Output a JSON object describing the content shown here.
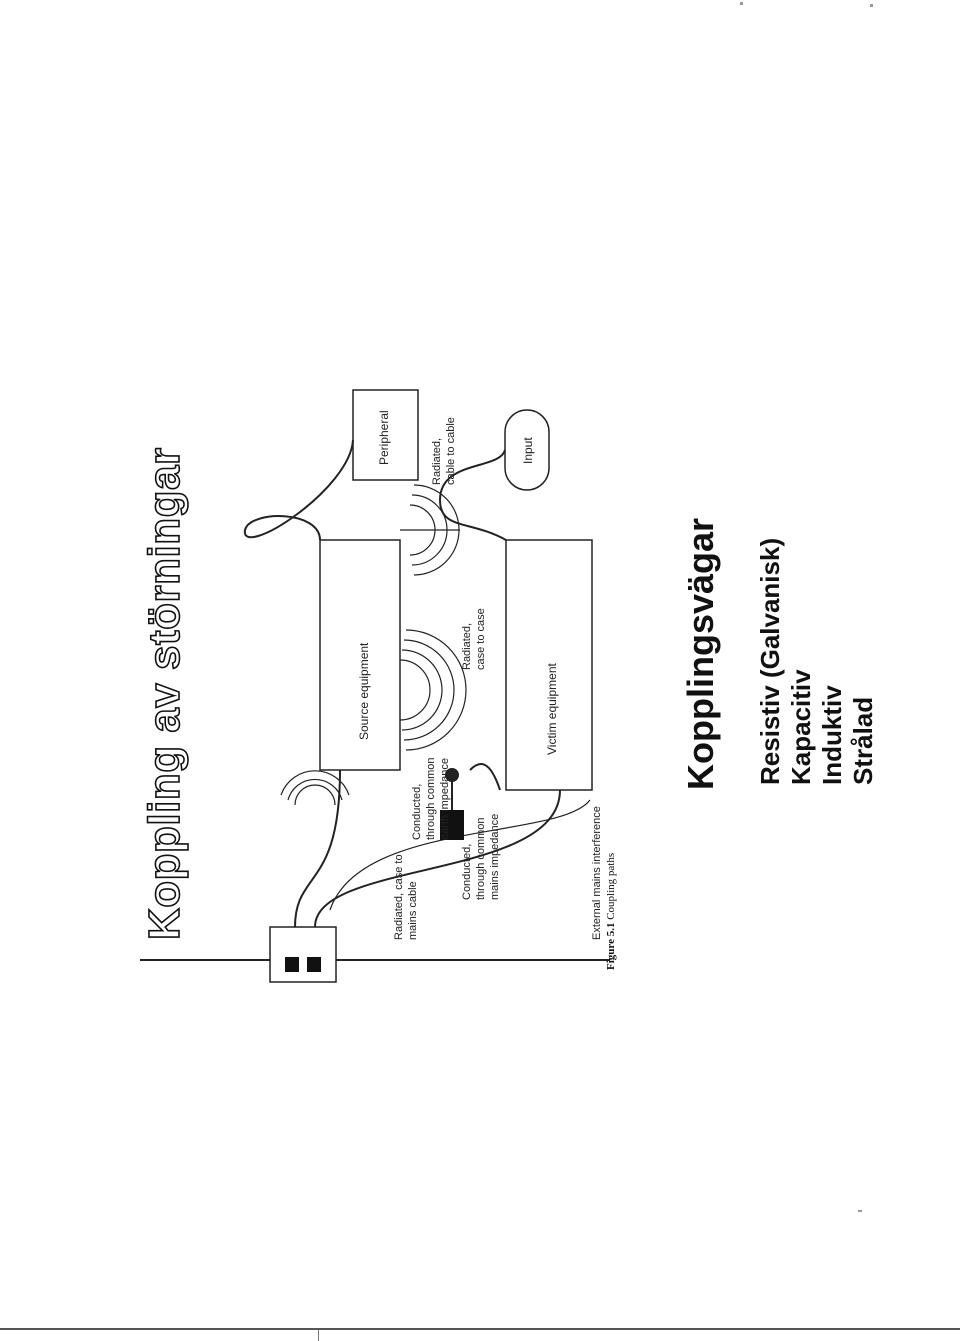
{
  "title": "Koppling av störningar",
  "diagram": {
    "source_equipment": "Source equipment",
    "victim_equipment": "Victim equipment",
    "peripheral": "Peripheral",
    "input": "Input",
    "radiated_case_to_mains_l1": "Radiated, case to",
    "radiated_case_to_mains_l2": "mains cable",
    "conducted_earth_l1": "Conducted,",
    "conducted_earth_l2": "through common",
    "conducted_earth_l3": "earth impedance",
    "conducted_mains_l1": "Conducted,",
    "conducted_mains_l2": "through common",
    "conducted_mains_l3": "mains impedance",
    "radiated_case_to_case_l1": "Radiated,",
    "radiated_case_to_case_l2": "case to case",
    "radiated_cable_to_cable_l1": "Radiated,",
    "radiated_cable_to_cable_l2": "cable to cable",
    "external_mains": "External mains interference"
  },
  "caption": {
    "figure_label": "Figure 5.1",
    "figure_text": "Coupling paths"
  },
  "subtitle": "Kopplingsvägar",
  "list": [
    "Resistiv (Galvanisk)",
    "Kapacitiv",
    "Induktiv",
    "Strålad"
  ]
}
